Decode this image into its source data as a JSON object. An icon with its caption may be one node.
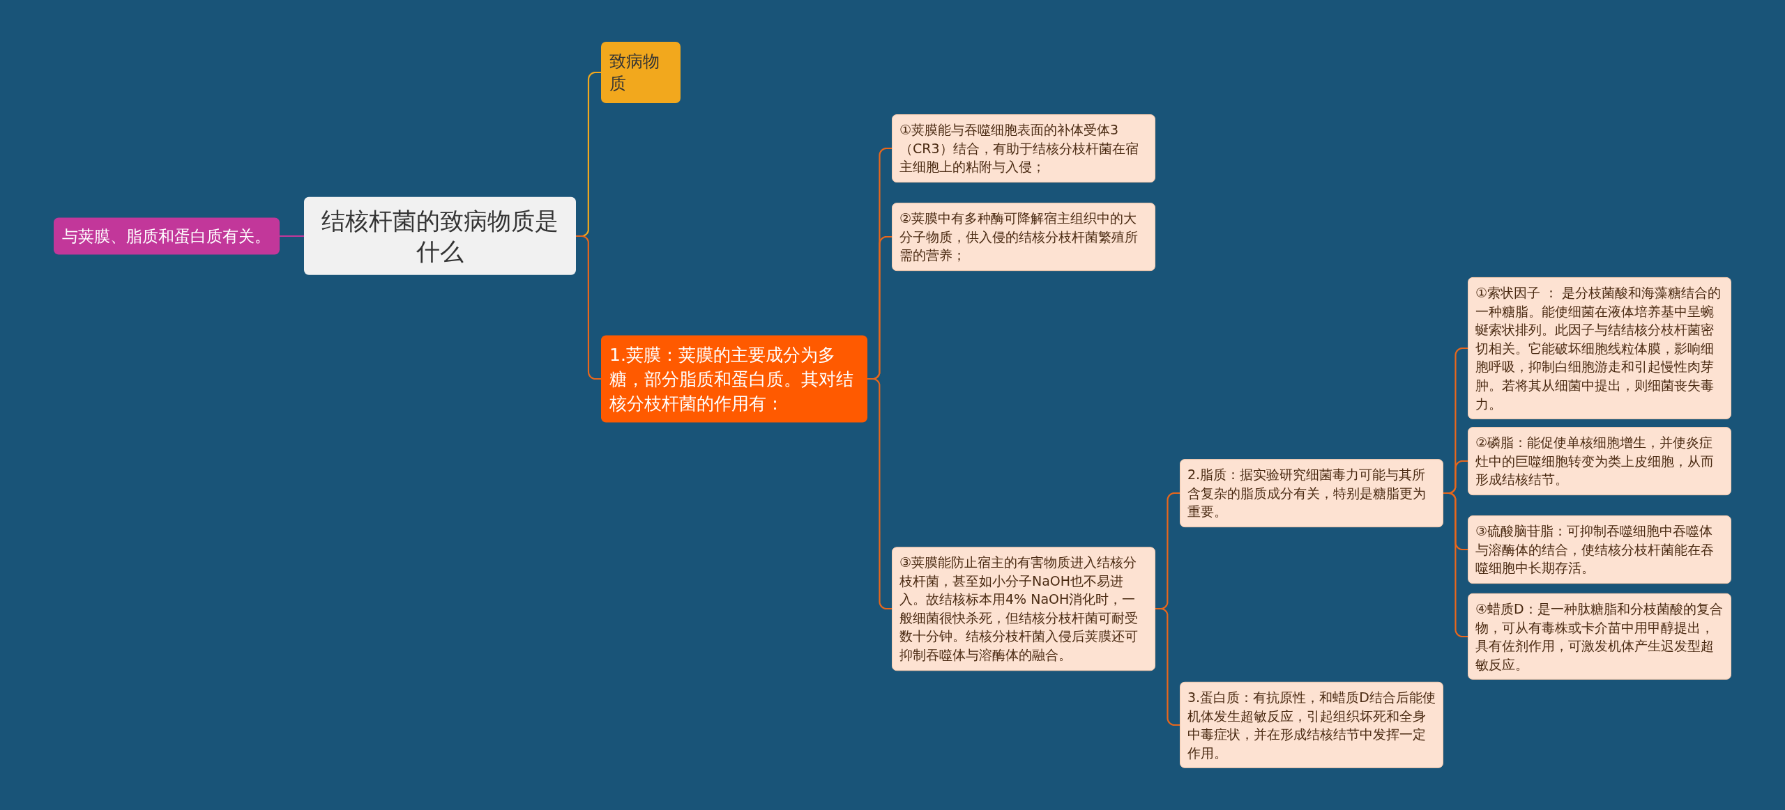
{
  "diagram": {
    "nodes": [
      {
        "text": [
          "结核杆菌的致病物质是什么"
        ]
      },
      {
        "text": [
          "与荚膜、脂质和蛋白质有关。"
        ]
      },
      {
        "text": [
          "致病物质"
        ]
      },
      {
        "text": [
          "1.荚膜：荚膜的主要成分为多糖，部分脂质和蛋白质。其对结核分枝杆菌的作用有："
        ]
      },
      {
        "text": [
          "①荚膜能与吞噬细胞表面的补体受体3（CR3）结合，有助于结核分枝杆菌在宿主细胞上的粘附与入侵；"
        ]
      },
      {
        "text": [
          "②荚膜中有多种酶可降解宿主组织中的大分子物质，供入侵的结核分枝杆菌繁殖所需的营养；"
        ]
      },
      {
        "text": [
          "③荚膜能防止宿主的有害物质进入结核分枝杆菌，甚至如小分子NaOH也不易进入。故结核标本用4% NaOH消化时，一般细菌很快杀死，但结核分枝杆菌可耐受数十分钟。结核分枝杆菌入侵后荚膜还可抑制吞噬体与溶酶体的融合。"
        ]
      },
      {
        "text": [
          "2.脂质：据实验研究细菌毒力可能与其所含复杂的脂质成分有关，特别是糖脂更为重要。"
        ]
      },
      {
        "text": [
          "①索状因子 ： 是分枝菌酸和海藻糖结合的一种糖脂。能使细菌在液体培养基中呈蜿蜒索状排列。此因子与结结核分枝杆菌密切相关。它能破坏细胞线粒体膜，影响细胞呼吸，抑制白细胞游走和引起慢性肉芽肿。若将其从细菌中提出，则细菌丧失毒力。"
        ]
      },
      {
        "text": [
          "②磷脂：能促使单核细胞增生，并使炎症灶中的巨噬细胞转变为类上皮细胞，从而形成结核结节。"
        ]
      },
      {
        "text": [
          "③硫酸脑苷脂：可抑制吞噬细胞中吞噬体与溶酶体的结合，使结核分枝杆菌能在吞噬细胞中长期存活。"
        ]
      },
      {
        "text": [
          "④蜡质D：是一种肽糖脂和分枝菌酸的复合物，可从有毒株或卡介苗中用甲醇提出，具有佐剂作用，可激发机体产生迟发型超敏反应。"
        ]
      },
      {
        "text": [
          "3.蛋白质：有抗原性，和蜡质D结合后能使机体发生超敏反应，引起组织坏死和全身中毒症状，并在形成结核结节中发挥一定作用。"
        ]
      }
    ],
    "edges": [
      {
        "from": 0,
        "to": 1,
        "arrow": "none",
        "color": "#c2379a"
      },
      {
        "from": 0,
        "to": 2,
        "arrow": "none",
        "color": "#f2a81d"
      },
      {
        "from": 0,
        "to": 3,
        "arrow": "none"
      },
      {
        "from": 3,
        "to": 4,
        "arrow": "none"
      },
      {
        "from": 3,
        "to": 5,
        "arrow": "none"
      },
      {
        "from": 3,
        "to": 6,
        "arrow": "none"
      },
      {
        "from": 6,
        "to": 7,
        "arrow": "none"
      },
      {
        "from": 6,
        "to": 12,
        "arrow": "none"
      },
      {
        "from": 7,
        "to": 8,
        "arrow": "none"
      },
      {
        "from": 7,
        "to": 9,
        "arrow": "none"
      },
      {
        "from": 7,
        "to": 10,
        "arrow": "none"
      },
      {
        "from": 7,
        "to": 11,
        "arrow": "none"
      }
    ]
  }
}
